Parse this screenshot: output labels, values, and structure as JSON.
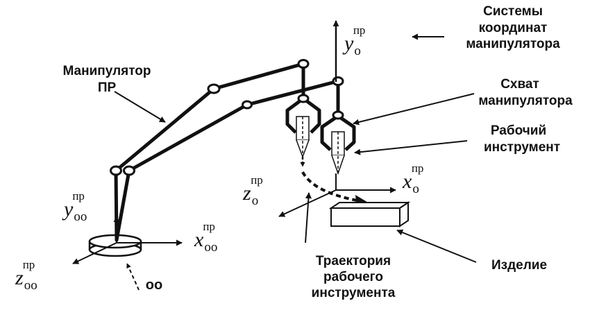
{
  "labels": {
    "coord_systems_1": "Системы",
    "coord_systems_2": "координат",
    "coord_systems_3": "манипулятора",
    "manipulator_1": "Манипулятор",
    "manipulator_2": "ПР",
    "gripper_1": "Схват",
    "gripper_2": "манипулятора",
    "tool_1": "Рабочий",
    "tool_2": "инструмент",
    "trajectory_1": "Траектория",
    "trajectory_2": "рабочего",
    "trajectory_3": "инструмента",
    "workpiece": "Изделие",
    "base_origin": "оо"
  },
  "axes": {
    "y_o": {
      "letter": "y",
      "sub": "о",
      "sup": "пр"
    },
    "x_o": {
      "letter": "x",
      "sub": "о",
      "sup": "пр"
    },
    "z_o": {
      "letter": "z",
      "sub": "о",
      "sup": "пр"
    },
    "y_oo": {
      "letter": "y",
      "sub": "оо",
      "sup": "пр"
    },
    "x_oo": {
      "letter": "x",
      "sub": "оо",
      "sup": "пр"
    },
    "z_oo": {
      "letter": "z",
      "sub": "оо",
      "sup": "пр"
    }
  }
}
